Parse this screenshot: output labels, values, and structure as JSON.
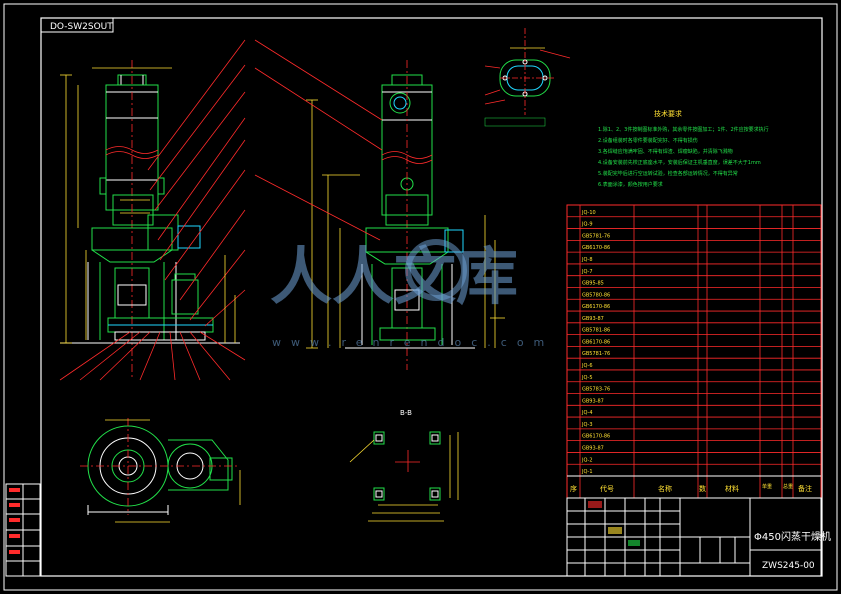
{
  "drawing": {
    "code_tab": "DO-SW2SOUT",
    "tech_req_title": "技术要求",
    "tech_req_lines": [
      "1.除1、2、3件按制图标准外购，其余零件按图加工；1件、2件应按要求执行",
      "2.设备组装时各零件要装配完好、不得有损伤",
      "3.各焊缝应饱满牢固、不得有焊渣、焊瘤缺陷，并清除飞溅物",
      "4.设备安装前先校正底座水平，安装后保证主机垂直度，误差不大于1mm",
      "5.装配完毕后进行空运转试验，检查各部运转情况，不得有异常",
      "6.表面涂漆，颜色按用户要求"
    ],
    "section_label": "B-B",
    "watermark_text": "人人文库",
    "watermark_url": "www.renrendoc.com",
    "title_name": "Φ450闪蒸干燥机",
    "drawing_number": "ZWS245-00",
    "bom_headers": [
      "序",
      "代号",
      "名称",
      "数",
      "材料",
      "单重",
      "总重",
      "备注"
    ],
    "bom_rows": [
      "JQ-10",
      "JQ-9",
      "GB5781-76",
      "GB6170-86",
      "JQ-8",
      "JQ-7",
      "GB95-85",
      "GB5780-86",
      "GB6170-86",
      "GB93-87",
      "GB5781-86",
      "GB6170-86",
      "GB5781-76",
      "JQ-6",
      "JQ-5",
      "GB5783-76",
      "GB93-87",
      "JQ-4",
      "JQ-3",
      "GB6170-86",
      "GB93-87",
      "JQ-2",
      "JQ-1"
    ]
  }
}
